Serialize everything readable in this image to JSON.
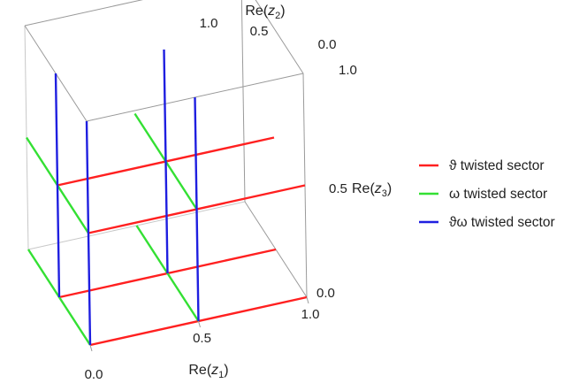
{
  "chart_data": {
    "type": "line3d",
    "axes": {
      "x": {
        "label_main": "Re(",
        "label_var": "z",
        "label_sub": "1",
        "label_close": ")",
        "ticks": [
          "0.0",
          "0.5",
          "1.0"
        ]
      },
      "y": {
        "label_main": "Re(",
        "label_var": "z",
        "label_sub": "2",
        "label_close": ")",
        "ticks": [
          "0.0",
          "0.5",
          "1.0"
        ]
      },
      "z": {
        "label_main": "Re(",
        "label_var": "z",
        "label_sub": "3",
        "label_close": ")",
        "ticks": [
          "0.0",
          "0.5",
          "1.0"
        ]
      }
    },
    "series": [
      {
        "name": "ϑ twisted sector",
        "color": "#ff2020",
        "direction": "x",
        "segments": [
          {
            "y": 0.0,
            "z": 0.0
          },
          {
            "y": 0.5,
            "z": 0.0
          },
          {
            "y": 0.0,
            "z": 0.5
          },
          {
            "y": 0.5,
            "z": 0.5
          }
        ]
      },
      {
        "name": "ω twisted sector",
        "color": "#33e033",
        "direction": "y",
        "segments": [
          {
            "x": 0.0,
            "z": 0.0
          },
          {
            "x": 0.5,
            "z": 0.0
          },
          {
            "x": 0.0,
            "z": 0.5
          },
          {
            "x": 0.5,
            "z": 0.5
          }
        ]
      },
      {
        "name": "ϑω twisted sector",
        "color": "#1f1fe0",
        "direction": "z",
        "segments": [
          {
            "x": 0.0,
            "y": 0.0
          },
          {
            "x": 0.5,
            "y": 0.0
          },
          {
            "x": 0.0,
            "y": 0.5
          },
          {
            "x": 0.5,
            "y": 0.5
          }
        ]
      }
    ],
    "legend_position": "right",
    "box": true
  }
}
